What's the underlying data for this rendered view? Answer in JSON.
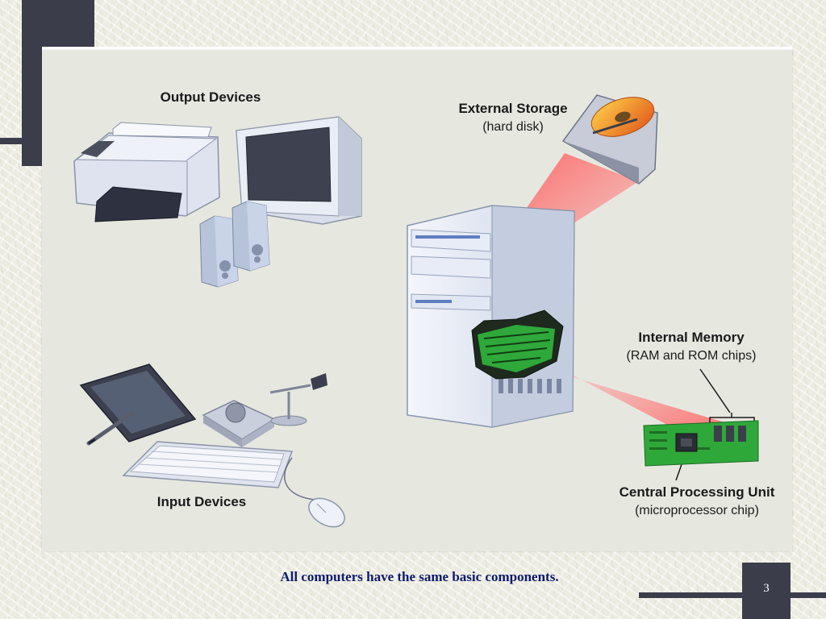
{
  "slide": {
    "caption": "All computers have the same basic components.",
    "page_number": "3"
  },
  "diagram": {
    "labels": {
      "output_devices": "Output Devices",
      "external_storage_line1": "External Storage",
      "external_storage_line2": "(hard disk)",
      "internal_memory_line1": "Internal Memory",
      "internal_memory_line2": "(RAM and ROM chips)",
      "cpu_line1": "Central Processing Unit",
      "cpu_line2": "(microprocessor chip)",
      "input_devices": "Input Devices"
    },
    "icons": [
      "printer-icon",
      "monitor-icon",
      "speaker-icon",
      "hard-disk-icon",
      "system-unit-icon",
      "motherboard-icon",
      "memory-module-icon",
      "cpu-chip-icon",
      "graphics-tablet-icon",
      "stylus-icon",
      "trackball-icon",
      "microphone-icon",
      "keyboard-icon",
      "mouse-icon"
    ],
    "colors": {
      "beam": "#ff6a6a",
      "board": "#2fa83a",
      "caption_text": "#0c1a6e",
      "frame": "#3b3d4a"
    }
  }
}
